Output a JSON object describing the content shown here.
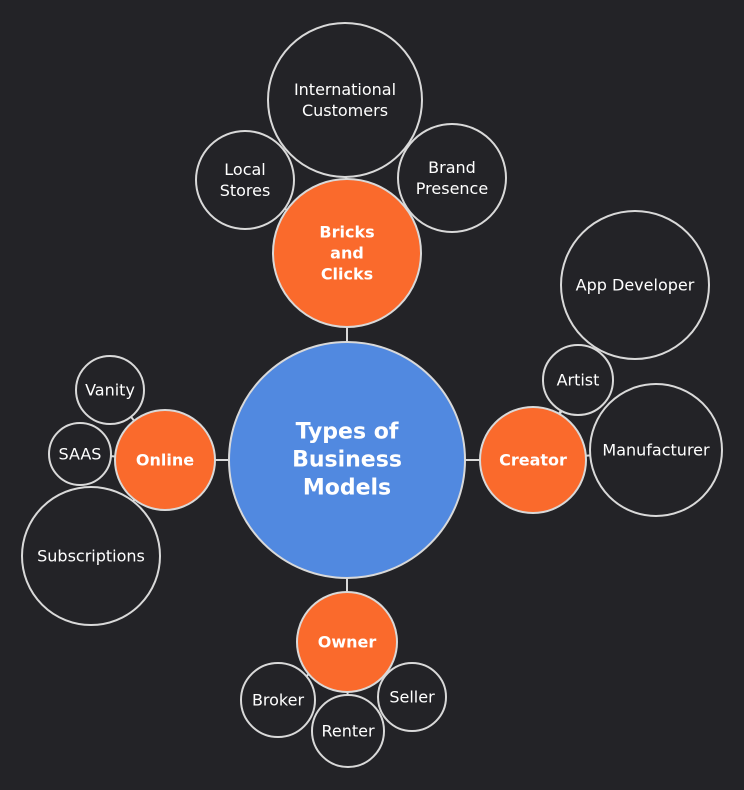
{
  "colors": {
    "background": "#232327",
    "center_fill": "#5189e0",
    "category_fill": "#fa6a2c",
    "leaf_fill": "#232327",
    "stroke": "#d9d9d9",
    "text": "#ffffff"
  },
  "center": {
    "id": "center",
    "lines": [
      "Types of",
      "Business",
      "Models"
    ]
  },
  "categories": [
    {
      "id": "bricks",
      "lines": [
        "Bricks",
        "and",
        "Clicks"
      ]
    },
    {
      "id": "online",
      "lines": [
        "Online"
      ]
    },
    {
      "id": "creator",
      "lines": [
        "Creator"
      ]
    },
    {
      "id": "owner",
      "lines": [
        "Owner"
      ]
    }
  ],
  "leaves": [
    {
      "id": "international",
      "parent": "bricks",
      "lines": [
        "International",
        "Customers"
      ]
    },
    {
      "id": "local",
      "parent": "bricks",
      "lines": [
        "Local",
        "Stores"
      ]
    },
    {
      "id": "brand",
      "parent": "bricks",
      "lines": [
        "Brand",
        "Presence"
      ]
    },
    {
      "id": "vanity",
      "parent": "online",
      "lines": [
        "Vanity"
      ]
    },
    {
      "id": "saas",
      "parent": "online",
      "lines": [
        "SAAS"
      ]
    },
    {
      "id": "subscriptions",
      "parent": "online",
      "lines": [
        "Subscriptions"
      ]
    },
    {
      "id": "appdev",
      "parent": "creator",
      "lines": [
        "App Developer"
      ]
    },
    {
      "id": "artist",
      "parent": "creator",
      "lines": [
        "Artist"
      ]
    },
    {
      "id": "manufacturer",
      "parent": "creator",
      "lines": [
        "Manufacturer"
      ]
    },
    {
      "id": "broker",
      "parent": "owner",
      "lines": [
        "Broker"
      ]
    },
    {
      "id": "renter",
      "parent": "owner",
      "lines": [
        "Renter"
      ]
    },
    {
      "id": "seller",
      "parent": "owner",
      "lines": [
        "Seller"
      ]
    }
  ]
}
